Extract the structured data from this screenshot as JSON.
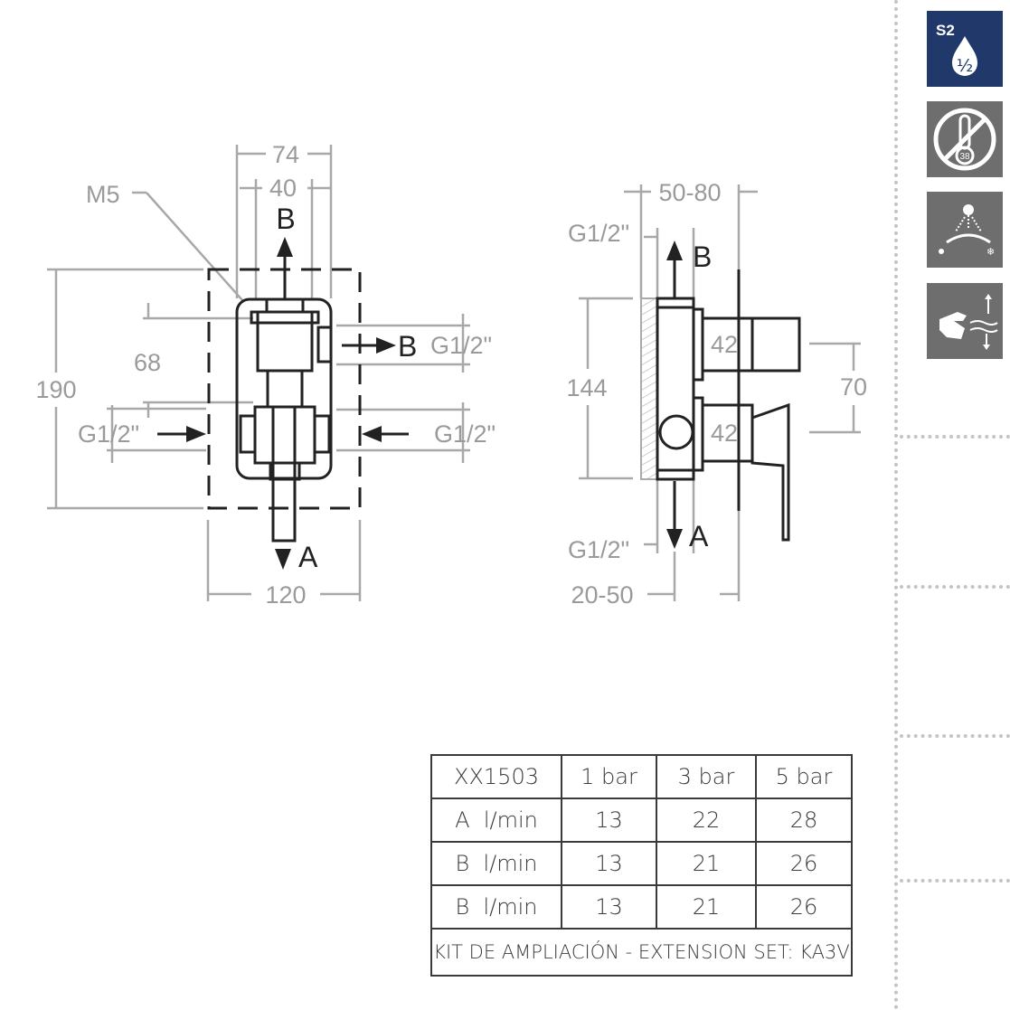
{
  "front_view": {
    "dim_74": "74",
    "dim_40": "40",
    "dim_m5": "M5",
    "dim_190": "190",
    "dim_68": "68",
    "dim_120": "120",
    "thread_left": "G1/2\"",
    "thread_right_top": "G1/2\"",
    "thread_right_bottom": "G1/2\"",
    "flow_top": "B",
    "flow_right": "B",
    "flow_bottom": "A"
  },
  "side_view": {
    "dim_50_80": "50-80",
    "dim_144": "144",
    "dim_70": "70",
    "dim_42_top": "42",
    "dim_42_bottom": "42",
    "dim_20_50": "20-50",
    "thread_top": "G1/2\"",
    "thread_bottom": "G1/2\"",
    "flow_top": "B",
    "flow_bottom": "A"
  },
  "badges": {
    "s2": {
      "label": "S2",
      "fraction": "½",
      "color": "#21386b"
    },
    "thermostat": {
      "icon": "no-thermostat-icon",
      "number": "38",
      "color": "#6e6e6e"
    },
    "shower": {
      "icon": "shower-hot-cold-icon",
      "color": "#6e6e6e"
    },
    "hand": {
      "icon": "hand-water-flow-icon",
      "color": "#6e6e6e"
    }
  },
  "table": {
    "header": [
      "XX1503",
      "1 bar",
      "3 bar",
      "5 bar"
    ],
    "rows": [
      {
        "outlet": "A",
        "unit": "l/min",
        "values": [
          "13",
          "22",
          "28"
        ]
      },
      {
        "outlet": "B",
        "unit": "l/min",
        "values": [
          "13",
          "21",
          "26"
        ]
      },
      {
        "outlet": "B",
        "unit": "l/min",
        "values": [
          "13",
          "21",
          "26"
        ]
      }
    ],
    "footer": "KIT DE AMPLIACIÓN - EXTENSION SET: KA3V"
  }
}
